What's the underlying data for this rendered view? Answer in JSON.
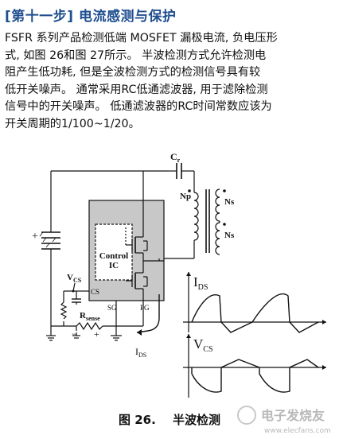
{
  "heading": "[第十一步] 电流感测与保护",
  "paragraph_lines": [
    "FSFR 系列产品检测低端 MOSFET 漏极电流, 负电压形",
    "式, 如图 26和图 27所示。 半波检测方式允许检测电",
    "阻产生低功耗, 但是全波检测方式的检测信号具有较",
    "低开关噪声。 通常采用RC低通滤波器, 用于滤除检测",
    "信号中的开关噪声。 低通滤波器的RC时间常数应该为",
    "开关周期的1/100~1/20。"
  ],
  "diagram": {
    "cr_label": "C",
    "cr_sub": "r",
    "np_label": "Np",
    "ns_top_label": "Ns",
    "ns_bottom_label": "Ns",
    "control_ic_line1": "Control",
    "control_ic_line2": "IC",
    "vcs_left_main": "V",
    "vcs_left_sub": "CS",
    "cs_pin": "CS",
    "sg_pin": "SG",
    "pg_pin": "PG",
    "rsense_main": "R",
    "rsense_sub": "sense",
    "minus_sign": "−",
    "plus_sign": "+",
    "dc_plus": "+",
    "ids_arrow_main": "I",
    "ids_arrow_sub": "DS",
    "ids_wave_main": "I",
    "ids_wave_sub": "DS",
    "vcs_wave_main": "V",
    "vcs_wave_sub": "CS"
  },
  "caption_figure": "图 26.",
  "caption_title": "半波检测",
  "watermark_text": "电子发烧友",
  "watermark_url": "www.elecfans.com",
  "colors": {
    "heading": "#1f4f8f",
    "ic_block": "#c8c8c8",
    "line": "#111111"
  }
}
